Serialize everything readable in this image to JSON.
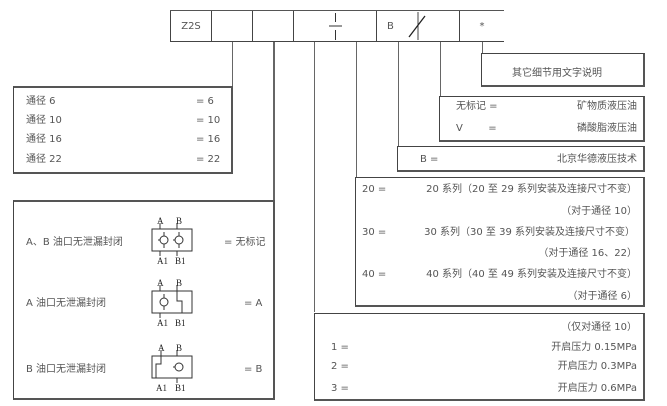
{
  "code_row": {
    "cells": [
      "Z2S",
      "",
      "",
      "",
      "B",
      "",
      "*"
    ]
  },
  "detail_box": {
    "label": "其它细节用文字说明"
  },
  "fluid": {
    "rows": [
      {
        "key": "无标记 =",
        "value": "矿物质液压油"
      },
      {
        "key": "V        =",
        "value": "磷酸脂液压油"
      }
    ]
  },
  "brand": {
    "key": "B =",
    "value": "北京华德液压技术"
  },
  "series": {
    "rows": [
      {
        "key": "20 =",
        "value": "20 系列（20 至 29 系列安装及连接尺寸不变）",
        "note": "（对于通径 10）"
      },
      {
        "key": "30 =",
        "value": "30 系列（30 至 39 系列安装及连接尺寸不变）",
        "note": "（对于通径 16、22）"
      },
      {
        "key": "40 =",
        "value": "40 系列（40 至 49 系列安装及连接尺寸不变）",
        "note": "（对于通径 6）"
      }
    ]
  },
  "pressure": {
    "header": "（仅对通径 10）",
    "rows": [
      {
        "key": "1 =",
        "value": "开启压力 0.15MPa"
      },
      {
        "key": "2 =",
        "value": "开启压力 0.3MPa"
      },
      {
        "key": "3 =",
        "value": "开启压力 0.6MPa"
      }
    ]
  },
  "size": {
    "rows": [
      {
        "label": "通径 6",
        "value": "= 6"
      },
      {
        "label": "通径 10",
        "value": "= 10"
      },
      {
        "label": "通径 16",
        "value": "= 16"
      },
      {
        "label": "通径 22",
        "value": "= 22"
      }
    ]
  },
  "sealing": {
    "rows": [
      {
        "label": "A、B 油口无泄漏封闭",
        "value": "= 无标记",
        "symbol": "both-check"
      },
      {
        "label": "A 油口无泄漏封闭",
        "value": "= A",
        "symbol": "a-check"
      },
      {
        "label": "B 油口无泄漏封闭",
        "value": "= B",
        "symbol": "b-check"
      }
    ],
    "port_labels": {
      "top_a": "A",
      "top_b": "B",
      "bottom_a": "A1",
      "bottom_b": "B1"
    }
  }
}
